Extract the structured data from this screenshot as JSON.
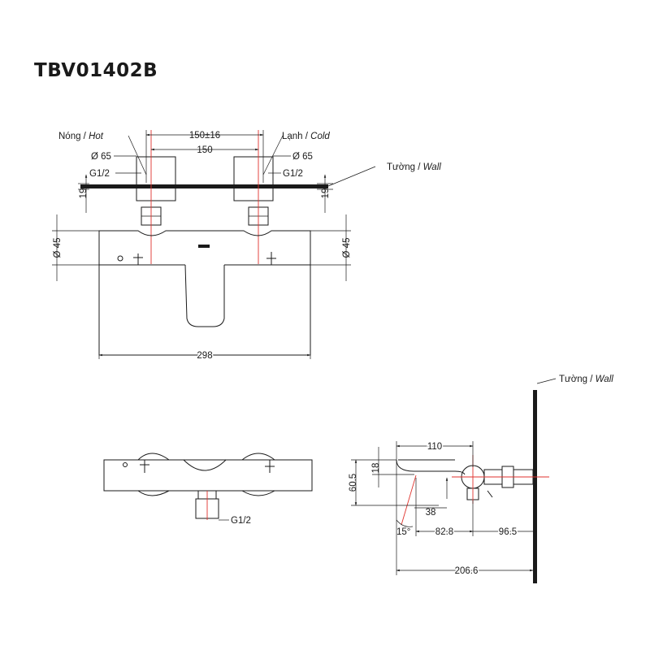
{
  "model": "TBV01402B",
  "labels": {
    "hot_vn": "Nóng / ",
    "hot_en": "Hot",
    "cold_vn": "Lạnh / ",
    "cold_en": "Cold",
    "wall_vn": "Tường / ",
    "wall_en": "Wall",
    "wall2_vn": "Tường / ",
    "wall2_en": "Wall"
  },
  "dimensions": {
    "spacing_tol": "150±16",
    "spacing": "150",
    "dia65_left": "Ø 65",
    "dia65_right": "Ø 65",
    "thread_left": "G1/2",
    "thread_right": "G1/2",
    "d19_left": "19",
    "d19_right": "19",
    "dia45_left": "Ø 45",
    "dia45_right": "Ø 45",
    "width_298": "298",
    "thread_bottom": "G1/2",
    "d110": "110",
    "d18": "18",
    "d60_5": "60.5",
    "d38": "38",
    "angle15": "15°",
    "d82_8": "82.8",
    "d96_5": "96.5",
    "d206_6": "206.6"
  }
}
